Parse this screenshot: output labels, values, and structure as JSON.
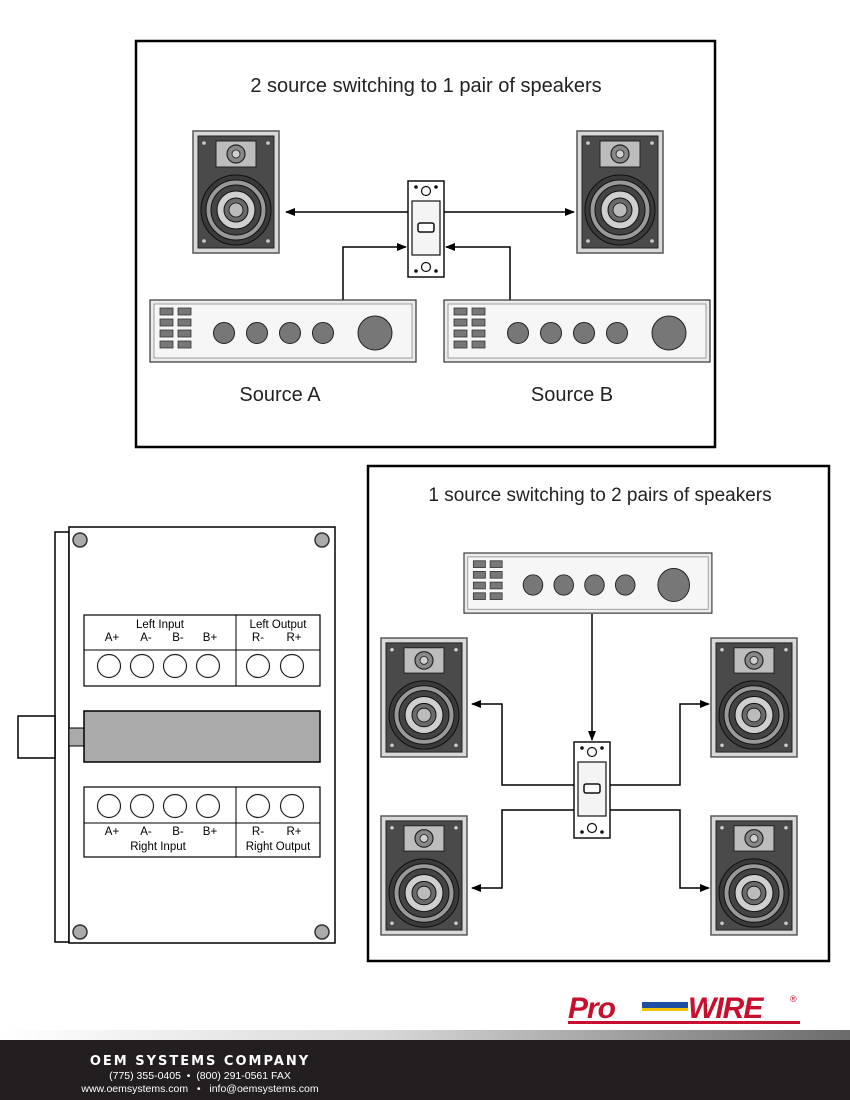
{
  "diagram1": {
    "title": "2 source switching to 1 pair of speakers",
    "source_a": "Source A",
    "source_b": "Source B"
  },
  "diagram2": {
    "title": "1 source switching to 2 pairs of speakers"
  },
  "terminal_block": {
    "left_input": "Left Input",
    "left_output": "Left Output",
    "right_input": "Right Input",
    "right_output": "Right Output",
    "top_input_terminals": [
      "A+",
      "A-",
      "B-",
      "B+"
    ],
    "top_output_terminals": [
      "R-",
      "R+"
    ],
    "bottom_input_terminals": [
      "A+",
      "A-",
      "B-",
      "B+"
    ],
    "bottom_output_terminals": [
      "R-",
      "R+"
    ]
  },
  "logo": {
    "part1": "Pro",
    "part2": "WIRE",
    "registered": "®",
    "colors": {
      "red": "#c8102e",
      "blue": "#1e4fa3",
      "yellow": "#f2c200"
    }
  },
  "footer": {
    "company": "OEM SYSTEMS COMPANY",
    "phone": "(775) 355-0405",
    "fax": "(800) 291-0561 FAX",
    "website": "www.oemsystems.com",
    "email": "info@oemsystems.com",
    "separator": "•"
  }
}
